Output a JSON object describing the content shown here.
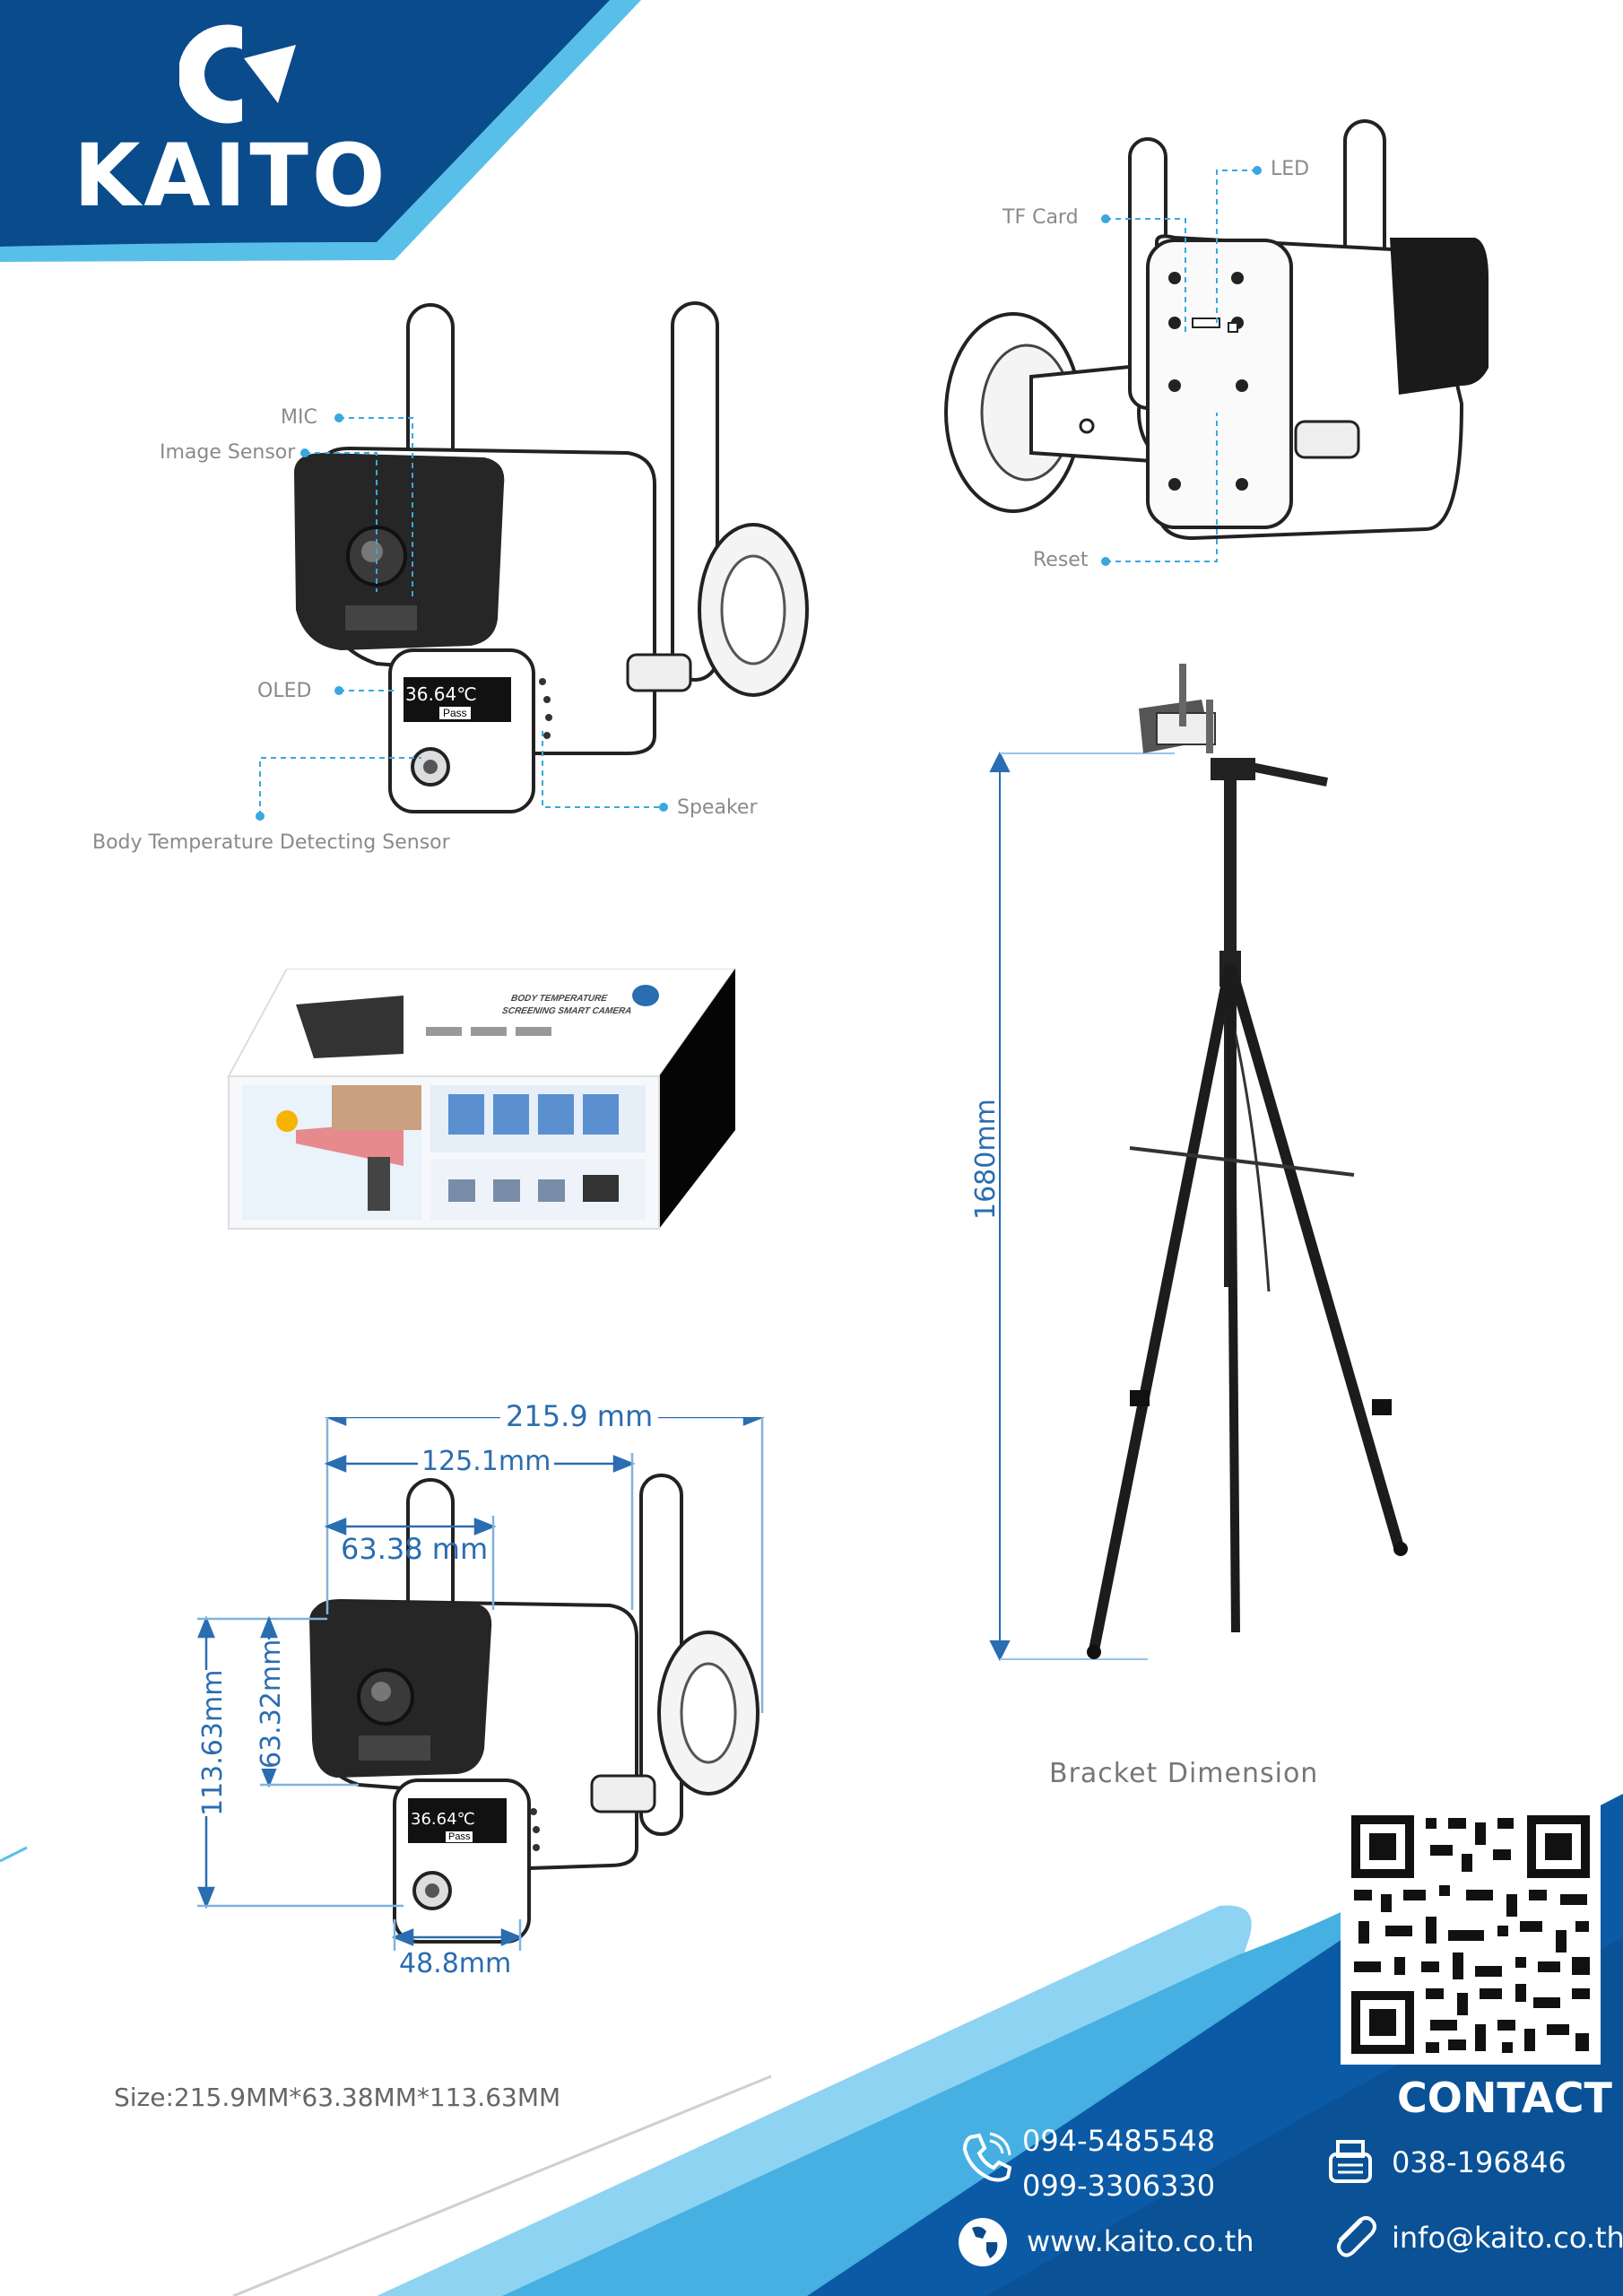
{
  "brand": {
    "name": "KAITO",
    "colors": {
      "navy": "#0a4b8c",
      "sky": "#58c0e8",
      "dim_blue": "#2a6db0"
    }
  },
  "callouts": {
    "mic": "MIC",
    "image_sensor": "Image Sensor",
    "oled": "OLED",
    "speaker": "Speaker",
    "body_sensor": "Body Temperature Detecting Sensor",
    "tf_card": "TF Card",
    "led": "LED",
    "reset": "Reset"
  },
  "oled_display": {
    "temperature": "36.64℃",
    "status": "Pass"
  },
  "dimensions": {
    "width_total": "215.9 mm",
    "width_mid": "125.1mm",
    "width_front": "63.38 mm",
    "height_total": "113.63mm",
    "height_front": "63.32mm",
    "width_bottom": "48.8mm",
    "tripod_height": "1680mm",
    "bracket_caption": "Bracket Dimension",
    "size_line": "Size:215.9MM*63.38MM*113.63MM"
  },
  "box": {
    "title_line1": "BODY TEMPERATURE",
    "title_line2": "SCREENING  SMART CAMERA"
  },
  "contact": {
    "heading": "CONTACT",
    "phone1": "094-5485548",
    "phone2": "099-3306330",
    "fax": "038-196846",
    "website": "www.kaito.co.th",
    "email": "info@kaito.co.th"
  },
  "icons": [
    "kaito-logo-mark",
    "phone-icon",
    "fax-icon",
    "globe-icon",
    "paperclip-icon",
    "qr-code"
  ]
}
